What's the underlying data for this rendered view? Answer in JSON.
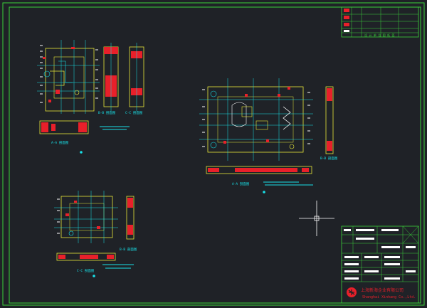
{
  "colors": {
    "background": "#1f2227",
    "frame": "#3ad13a",
    "dims": "#18e0e8",
    "parts": "#e8e83a",
    "section": "#e8202a",
    "white": "#ffffff"
  },
  "views": {
    "aa_left": "A-A 剖面图",
    "bb_left": "B-B 剖面图",
    "cc_left": "C-C 剖面图",
    "aa_right": "A-A 剖面图",
    "bb_right": "B-B 剖面图",
    "cc_bottom": "C-C 剖面图",
    "bb_bottom": "B-B 剖面图"
  },
  "title_block": {
    "company_cn": "上海新海企业有限公司",
    "company_en": "Shanghai Xinhang Co.,Ltd."
  },
  "top_right_table": {
    "header": "设 计 单 位 图 纸 签"
  },
  "icons": {
    "crosshair": "crosshair-cursor-icon",
    "logo": "company-logo-icon"
  }
}
